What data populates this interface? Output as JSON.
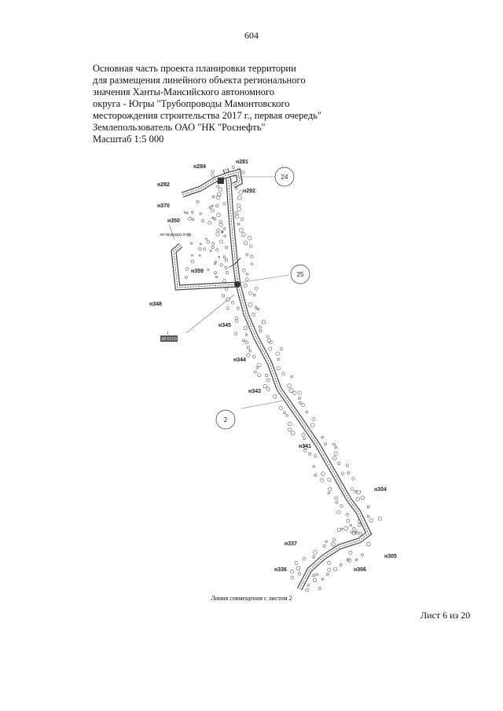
{
  "page_number": "604",
  "header_lines": [
    "Основная часть проекта планировки территории",
    "для размещения линейного объекта регионального",
    "значения Ханты-Мансийского автономного",
    "округа - Югры \"Трубопроводы Мамонтовского",
    "месторождения строительства 2017 г., первая очередь\"",
    "Землепользователь ОАО \"НК \"Роснефть\"",
    "Масштаб 1:5 000"
  ],
  "map_labels": {
    "n281": "н281",
    "n284": "н284",
    "n282": "н282",
    "n292": "н292",
    "n370": "н370",
    "n350": "н350",
    "n359": "н359",
    "n348": "н348",
    "n345": "н345",
    "n344": "н344",
    "n343": "н343",
    "n341": "н341",
    "n304": "н304",
    "n337": "н337",
    "n305": "н305",
    "n336": "н336",
    "n306": "н306",
    "circle_24": "24",
    "circle_25": "25",
    "circle_2": "2",
    "cadastral_small": "86:08:020301:0243",
    "cadastral_box": "38:0103",
    "box_mark": "1"
  },
  "caption": "Линия совмещения с листом 2",
  "sheet_label": "Лист 6 из 20"
}
